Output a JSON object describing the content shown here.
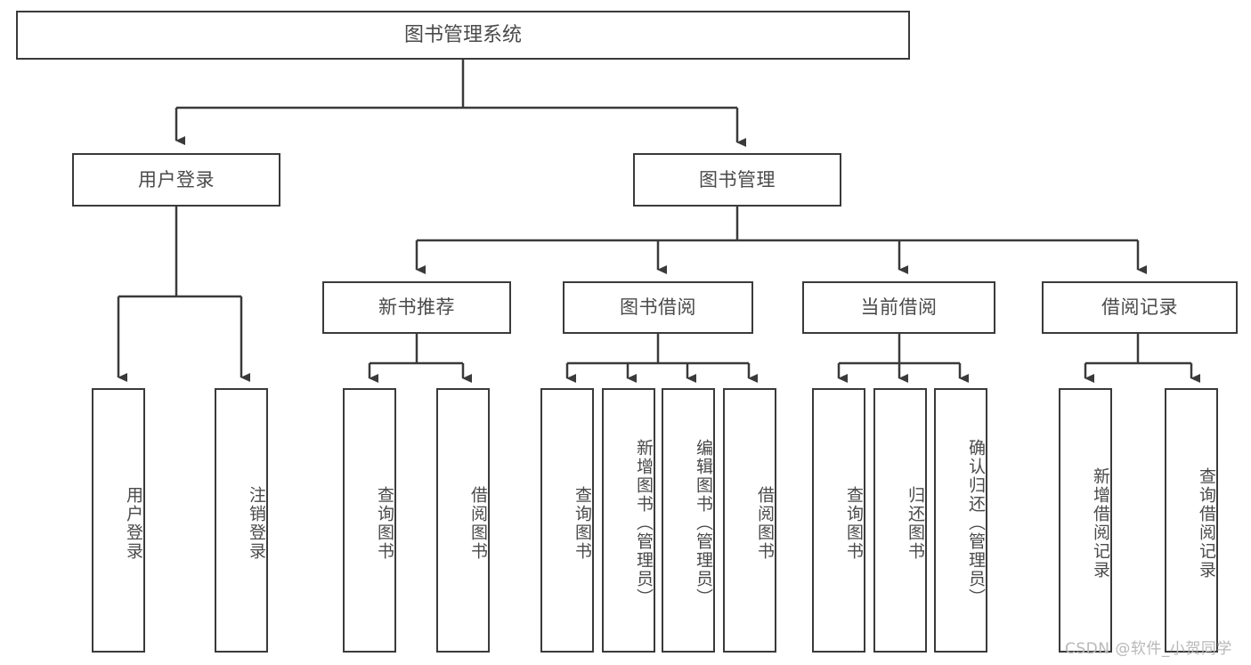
{
  "diagram": {
    "type": "tree-hierarchy",
    "title": "图书管理系统",
    "orientation": "top-down",
    "style": {
      "box_border_color": "#3a3a3a",
      "box_fill_color": "#ffffff",
      "text_color": "#4a4a4a",
      "edge_color": "#3a3a3a",
      "background": "#ffffff"
    },
    "nodes": {
      "root": {
        "label": "图书管理系统"
      },
      "level2": [
        {
          "id": "user-login",
          "label": "用户登录"
        },
        {
          "id": "book-manage",
          "label": "图书管理"
        }
      ],
      "level3": [
        {
          "id": "new-book-rec",
          "label": "新书推荐"
        },
        {
          "id": "book-borrow",
          "label": "图书借阅"
        },
        {
          "id": "current-borrow",
          "label": "当前借阅"
        },
        {
          "id": "borrow-record",
          "label": "借阅记录"
        }
      ],
      "leaves": {
        "user-login": [
          {
            "id": "leaf-user-login",
            "label": "用户登录"
          },
          {
            "id": "leaf-user-logout",
            "label": "注销登录"
          }
        ],
        "new-book-rec": [
          {
            "id": "leaf-query-book-1",
            "label": "查询图书"
          },
          {
            "id": "leaf-borrow-book-1",
            "label": "借阅图书"
          }
        ],
        "book-borrow": [
          {
            "id": "leaf-query-book-2",
            "label": "查询图书"
          },
          {
            "id": "leaf-add-book",
            "label": "新增图书（管理员）"
          },
          {
            "id": "leaf-edit-book",
            "label": "编辑图书（管理员）"
          },
          {
            "id": "leaf-borrow-book-2",
            "label": "借阅图书"
          }
        ],
        "current-borrow": [
          {
            "id": "leaf-query-book-3",
            "label": "查询图书"
          },
          {
            "id": "leaf-return-book",
            "label": "归还图书"
          },
          {
            "id": "leaf-confirm-return",
            "label": "确认归还（管理员）"
          }
        ],
        "borrow-record": [
          {
            "id": "leaf-add-record",
            "label": "新增借阅记录"
          },
          {
            "id": "leaf-query-record",
            "label": "查询借阅记录"
          }
        ]
      }
    },
    "watermark": "CSDN @软件_小贺同学"
  }
}
